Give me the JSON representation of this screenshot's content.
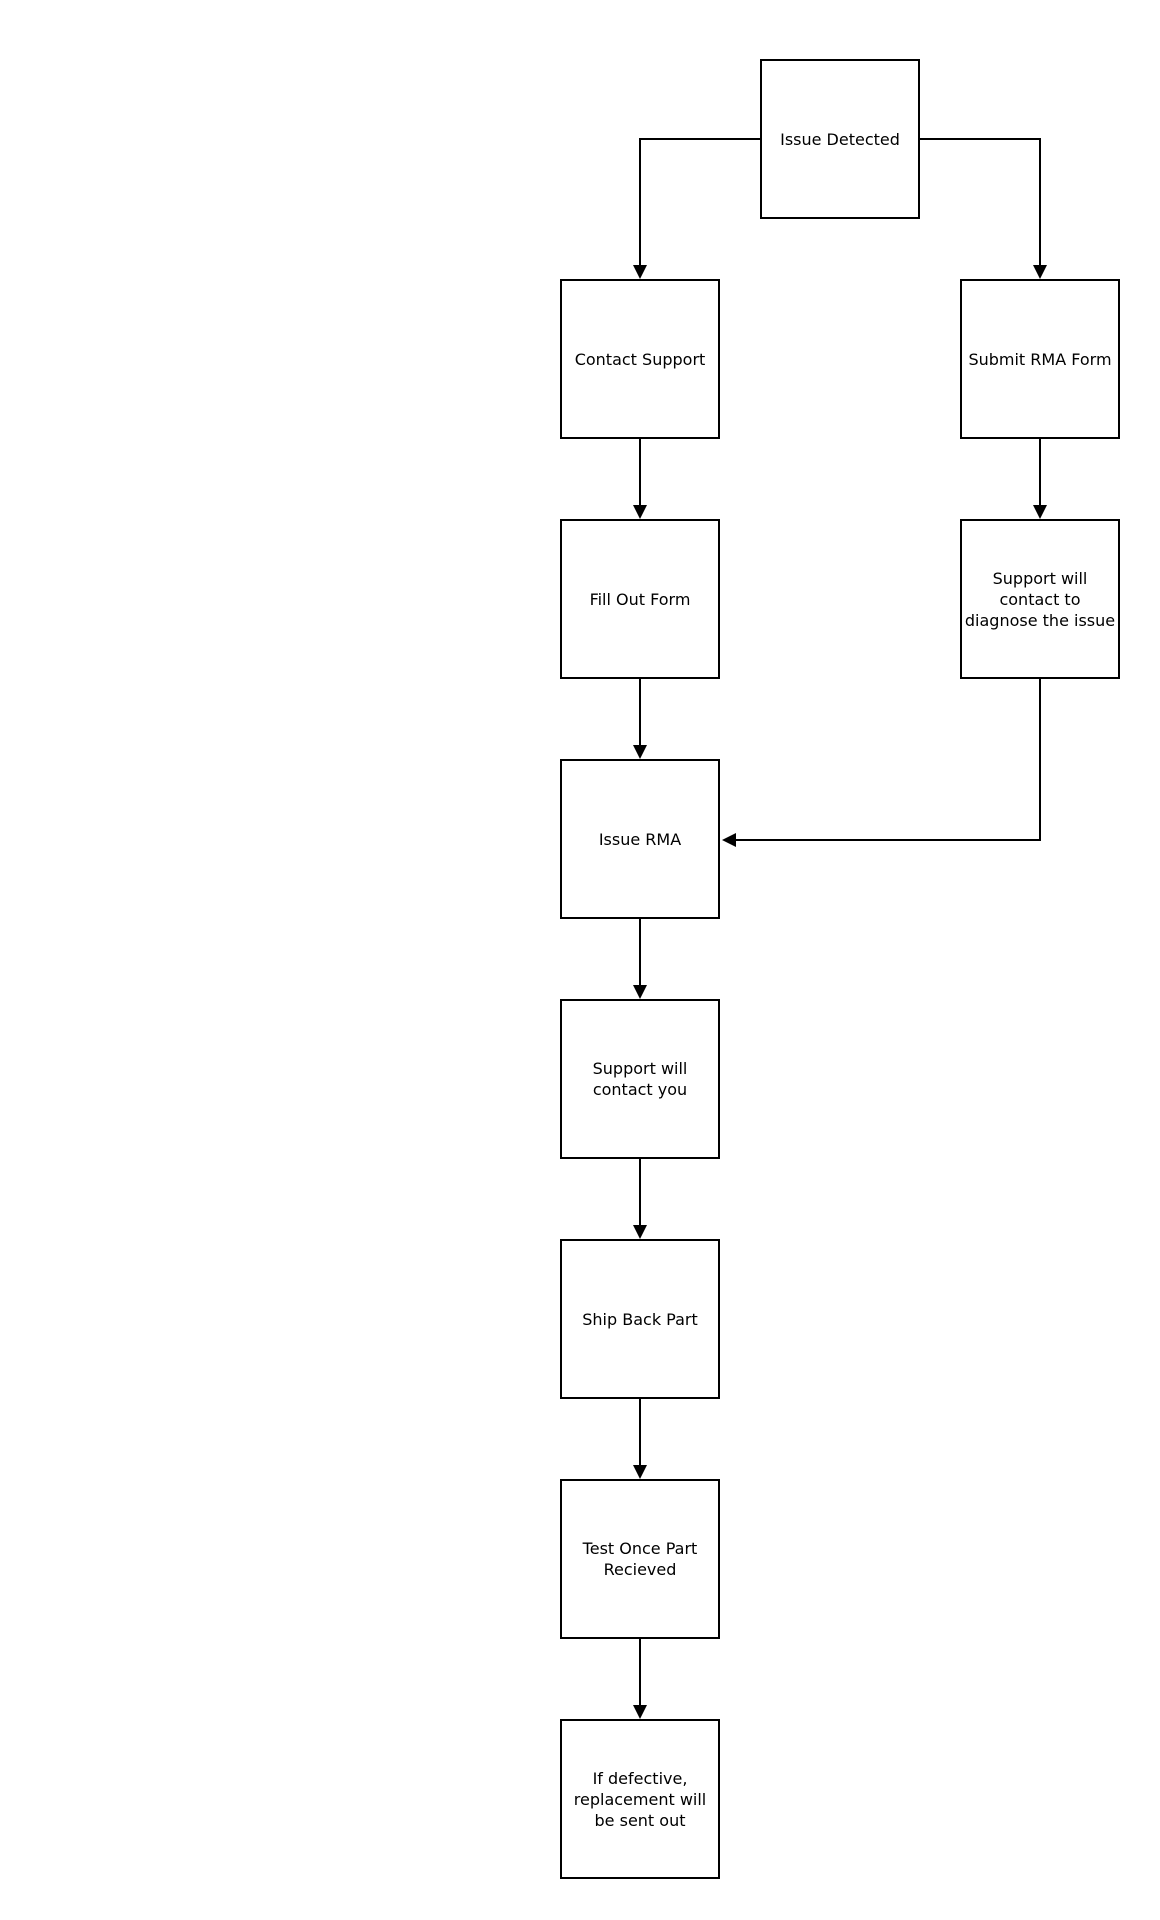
{
  "colors": {
    "background": "#ffffff",
    "node_fill": "#ffffff",
    "node_border": "#000000",
    "connector": "#000000",
    "text": "#000000"
  },
  "nodes": [
    {
      "id": "issue-detected",
      "label": "Issue Detected"
    },
    {
      "id": "contact-support",
      "label": "Contact Support"
    },
    {
      "id": "submit-rma-form",
      "label": "Submit RMA Form"
    },
    {
      "id": "fill-out-form",
      "label": "Fill Out Form"
    },
    {
      "id": "support-will-contact-to-diagnose",
      "label": "Support will\ncontact to\ndiagnose the issue"
    },
    {
      "id": "issue-rma",
      "label": "Issue RMA"
    },
    {
      "id": "support-will-contact-you",
      "label": "Support will\ncontact you"
    },
    {
      "id": "ship-back-part",
      "label": "Ship Back Part"
    },
    {
      "id": "test-once-part-recieved",
      "label": "Test Once Part\nRecieved"
    },
    {
      "id": "if-defective-replacement",
      "label": "If defective,\nreplacement will\nbe sent out"
    }
  ],
  "edges": [
    {
      "from": "issue-detected",
      "to": "contact-support"
    },
    {
      "from": "issue-detected",
      "to": "submit-rma-form"
    },
    {
      "from": "contact-support",
      "to": "fill-out-form"
    },
    {
      "from": "submit-rma-form",
      "to": "support-will-contact-to-diagnose"
    },
    {
      "from": "fill-out-form",
      "to": "issue-rma"
    },
    {
      "from": "support-will-contact-to-diagnose",
      "to": "issue-rma"
    },
    {
      "from": "issue-rma",
      "to": "support-will-contact-you"
    },
    {
      "from": "support-will-contact-you",
      "to": "ship-back-part"
    },
    {
      "from": "ship-back-part",
      "to": "test-once-part-recieved"
    },
    {
      "from": "test-once-part-recieved",
      "to": "if-defective-replacement"
    }
  ]
}
